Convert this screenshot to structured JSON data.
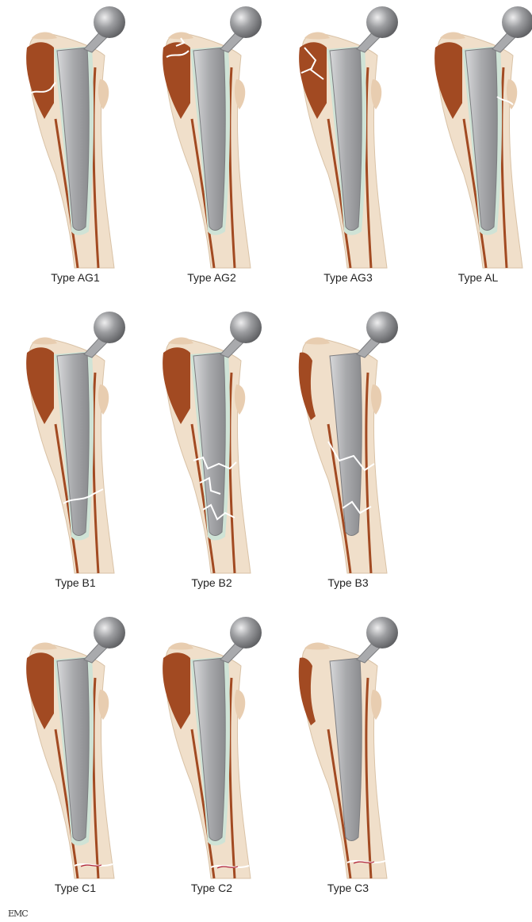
{
  "figure": {
    "rows": [
      {
        "panels": [
          {
            "label": "Type AG1",
            "variant": "AG1"
          },
          {
            "label": "Type AG2",
            "variant": "AG2"
          },
          {
            "label": "Type AG3",
            "variant": "AG3"
          },
          {
            "label": "Type AL",
            "variant": "AL"
          }
        ]
      },
      {
        "panels": [
          {
            "label": "Type B1",
            "variant": "B1"
          },
          {
            "label": "Type B2",
            "variant": "B2"
          },
          {
            "label": "Type B3",
            "variant": "B3"
          }
        ]
      },
      {
        "panels": [
          {
            "label": "Type C1",
            "variant": "C1"
          },
          {
            "label": "Type C2",
            "variant": "C2"
          },
          {
            "label": "Type C3",
            "variant": "C3"
          }
        ]
      }
    ],
    "logo_text": "EMC"
  },
  "colors": {
    "bone_cortex": "#f0dfca",
    "cancellous": "#a24a22",
    "cement": "#cfe3d6",
    "stem": "#a9aaad",
    "stem_edge": "#7c7d80",
    "head": "#9d9ea1",
    "fracture_line": "#ffffff",
    "fracture_red": "#b0243a",
    "trochanter": "#e8cdb0"
  }
}
